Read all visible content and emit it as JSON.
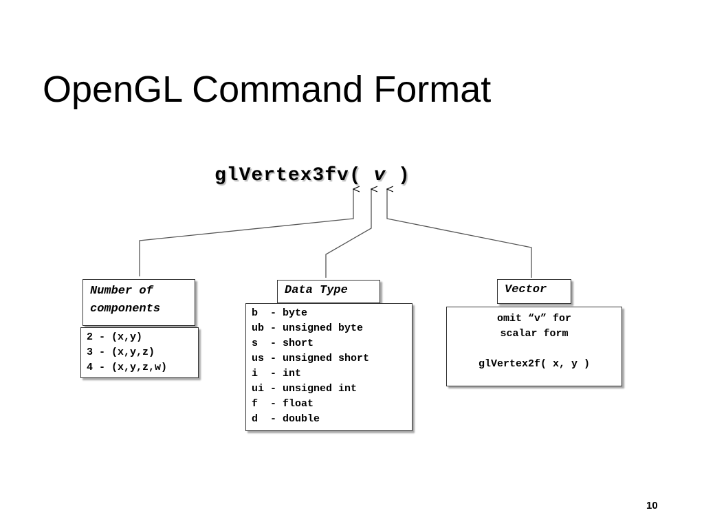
{
  "slide": {
    "title": "OpenGL Command Format",
    "page_number": "10"
  },
  "command": {
    "name": "glVertex3fv(",
    "arg": " v",
    "close": " )"
  },
  "components": {
    "header_line1": "Number of",
    "header_line2": "components",
    "items": [
      "2 - (x,y)",
      "3 - (x,y,z)",
      "4 - (x,y,z,w)"
    ]
  },
  "data_type": {
    "header": "Data Type",
    "items": [
      "b  - byte",
      "ub - unsigned byte",
      "s  - short",
      "us - unsigned short",
      "i  - int",
      "ui - unsigned int",
      "f  - float",
      "d  - double"
    ]
  },
  "vector": {
    "header": "Vector",
    "line1": "omit “v” for",
    "line2": "scalar form",
    "example": "glVertex2f( x, y )"
  }
}
